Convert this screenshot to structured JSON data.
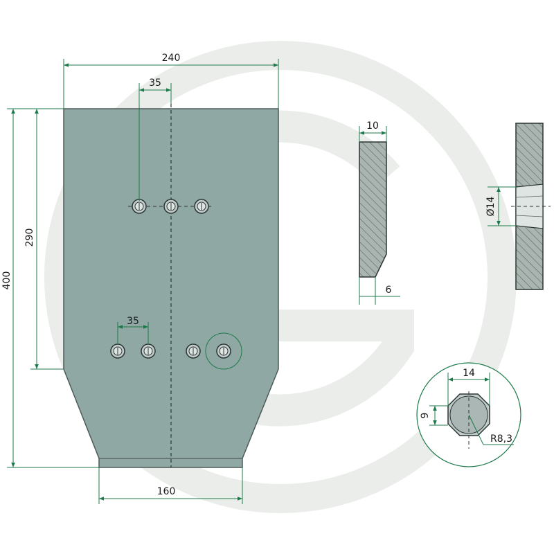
{
  "watermark": {
    "description": "Granit logo",
    "color": "#e9ebe8"
  },
  "colors": {
    "plate_fill": "#8fa8a3",
    "plate_stroke": "#4d5b58",
    "dimension_line": "#1c7a4a",
    "hatch": "#5b6462",
    "section_fill": "#aab5b2"
  },
  "dimensions": {
    "width_top": "240",
    "hole_spacing_top": "35",
    "height_total": "400",
    "height_upper": "290",
    "hole_spacing_bottom": "35",
    "width_bottom": "160",
    "thickness": "10",
    "edge_bevel": "6",
    "hole_diameter": "Ø14",
    "detail_width": "14",
    "detail_flat": "9",
    "detail_radius": "R8,3"
  }
}
